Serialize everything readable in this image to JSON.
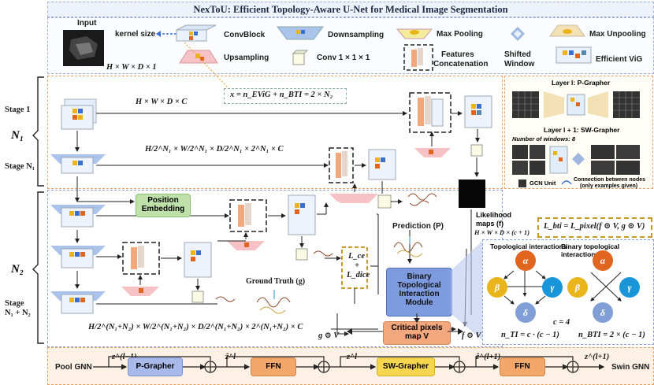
{
  "title": "NexToU: Efficient Topology-Aware U-Net for Medical Image Segmentation",
  "legend": {
    "input": "Input",
    "kernel_size": "kernel size",
    "conv_block": "ConvBlock",
    "downsampling": "Downsampling",
    "max_pooling": "Max Pooling",
    "max_unpooling": "Max Unpooling",
    "upsampling": "Upsampling",
    "conv_1x1": "Conv 1 × 1 × 1",
    "features_concat_1": "Features",
    "features_concat_2": "Concatenation",
    "shifted_window_1": "Shifted",
    "shifted_window_2": "Window",
    "efficient_vig": "Efficient ViG",
    "input_shape": "H × W × D × 1"
  },
  "stages": {
    "stage1": "Stage 1",
    "stage_n1": "Stage N₁",
    "n1": "N₁",
    "n2": "N₂",
    "stage_n1n2_a": "Stage",
    "stage_n1n2_b": "N₁ + N₂"
  },
  "equations": {
    "x_eq": "x = n_EViG + n_BTI = 2 × N₂",
    "shape1": "H × W × D × C",
    "shape2": "H/2^N₁ × W/2^N₁ × D/2^N₁ × 2^N₁ × C",
    "shape3": "H/2^(N₁+N₂) × W/2^(N₁+N₂) × D/2^(N₁+N₂) × 2^(N₁+N₂) × C",
    "lce": "L_ce",
    "plus": "+",
    "ldice": "L_dice",
    "lbti": "L_bti = L_pixel(f ⊙ V, g ⊙ V)",
    "g_v": "g ⊙ V",
    "f_v": "f ⊙ V",
    "c4": "c = 4",
    "nti": "n_TI = c · (c − 1)",
    "nbti": "n_BTI = 2 × (c − 1)"
  },
  "labels": {
    "position_embedding_1": "Position",
    "position_embedding_2": "Embedding",
    "likelihood_1": "Likelihood",
    "likelihood_2": "maps (f)",
    "likelihood_3": "H × W × D × (c + 1)",
    "prediction": "Prediction (P)",
    "ground_truth": "Ground Truth (g)",
    "bti_1": "Binary",
    "bti_2": "Topological",
    "bti_3": "Interaction",
    "bti_4": "Module",
    "critical_1": "Critical pixels",
    "critical_2": "map V"
  },
  "side_panel": {
    "layer_l": "Layer l:  P-Grapher",
    "layer_l1": "Layer l + 1:  SW-Grapher",
    "num_windows": "Number of windows: 8",
    "gcn_unit": "GCN Unit",
    "connection_1": "Connection between nodes",
    "connection_2": "(only examples given)"
  },
  "topology": {
    "ti_title": "Topological interactions",
    "bti_title": "Binary topological interactions",
    "alpha": "α",
    "beta": "β",
    "gamma": "γ",
    "delta": "δ"
  },
  "bottom": {
    "pool_gnn": "Pool GNN",
    "swin_gnn": "Swin GNN",
    "z_l_minus": "z^(l−1)",
    "p_grapher": "P-Grapher",
    "z_hat_l": "ẑ^l",
    "ffn1": "FFN",
    "z_l": "z^l",
    "sw_grapher": "SW-Grapher",
    "z_hat_l1": "ẑ^(l+1)",
    "ffn2": "FFN",
    "z_l1": "z^(l+1)"
  },
  "colors": {
    "alpha": "#e0651f",
    "beta": "#e9b51b",
    "gamma": "#1996d8",
    "delta": "#7f9fd6",
    "position_embedding": "#bfe0a8",
    "bti_module": "#7f9be0",
    "critical": "#f2a77d",
    "p_grapher": "#a9b9ea",
    "sw_grapher": "#f6d64e",
    "ffn": "#f3a86a"
  }
}
